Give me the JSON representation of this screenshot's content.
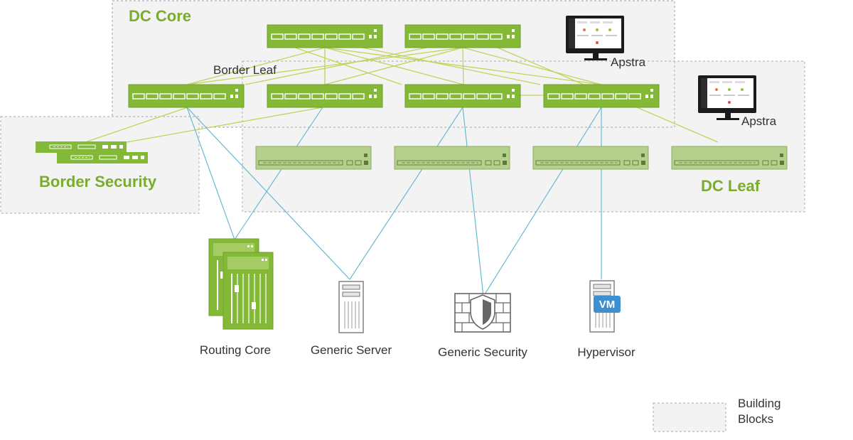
{
  "zones": {
    "dc_core": "DC Core",
    "border_security": "Border Security",
    "dc_leaf": "DC Leaf"
  },
  "labels": {
    "border_leaf": "Border Leaf",
    "apstra_top": "Apstra",
    "apstra_right": "Apstra"
  },
  "devices": {
    "routing_core": "Routing Core",
    "generic_server": "Generic Server",
    "generic_security": "Generic Security",
    "hypervisor": "Hypervisor",
    "vm_badge": "VM"
  },
  "legend": {
    "line1": "Building",
    "line2": "Blocks"
  },
  "colors": {
    "brand_green": "#7aac2f",
    "switch_green": "#84b938",
    "leaf_green": "#b5cf8c",
    "link_green": "#bfd45a",
    "link_blue": "#5ab4d0",
    "zone_fill": "#f3f3f3",
    "zone_border": "#b8b8b8"
  }
}
